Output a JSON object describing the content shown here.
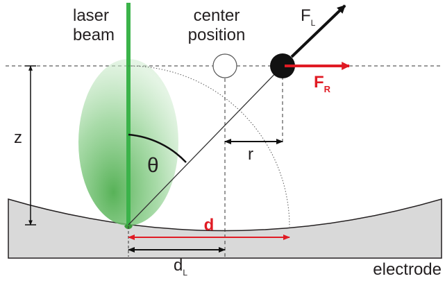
{
  "labels": {
    "laser_line1": "laser",
    "laser_line2": "beam",
    "center_line1": "center",
    "center_line2": "position",
    "force_l_main": "F",
    "force_l_sub": "L",
    "force_r_main": "F",
    "force_r_sub": "R",
    "z": "z",
    "theta": "θ",
    "r": "r",
    "d": "d",
    "dl_main": "d",
    "dl_sub": "L",
    "electrode": "electrode"
  },
  "colors": {
    "laser": "#3bb34a",
    "emission_arrows": "#3a9b3a",
    "force_r": "#e01b24",
    "d_measure": "#e01b24",
    "electrode_fill": "#d9d9d9",
    "particle": "#111111",
    "text": "#231f20"
  }
}
